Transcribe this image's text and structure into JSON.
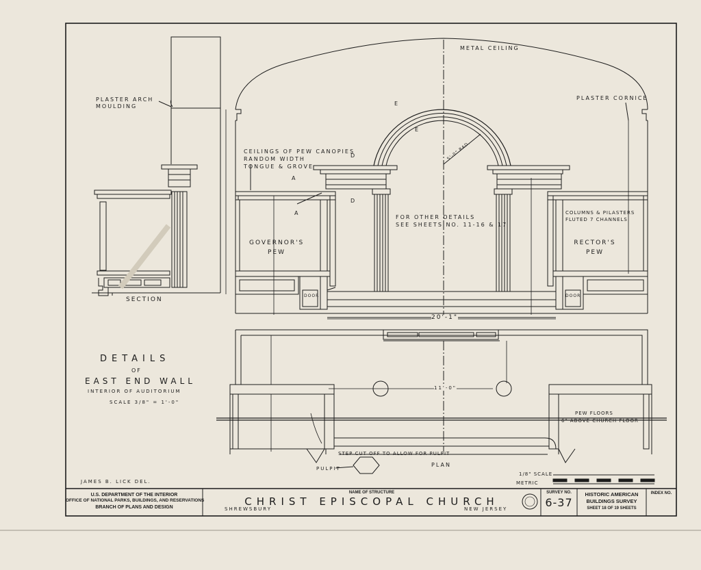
{
  "colors": {
    "paper": "#ece7dc",
    "ink": "#1c1c1c",
    "wood": "#ddd6c6"
  },
  "drawing": {
    "metal_ceiling": "METAL CEILING",
    "plaster_arch_moulding": "PLASTER ARCH MOULDING",
    "plaster_cornice": "PLASTER CORNICE",
    "ceilings_of_pew_canopies": "CEILINGS OF PEW CANOPIES",
    "random_width": "RANDOM WIDTH",
    "tongue_groove": "TONGUE & GROVE",
    "for_other_details": "FOR OTHER DETAILS",
    "see_sheets": "SEE SHEETS NO. 11-16 & 17",
    "governors_pew": "GOVERNOR'S PEW",
    "rectors_pew": "RECTOR'S PEW",
    "columns_pilasters": "COLUMNS & PILASTERS",
    "fluted_channels": "FLUTED 7 CHANNELS",
    "section": "SECTION",
    "plan": "PLAN",
    "pulpit": "PULPIT",
    "step_cut_off": "STEP CUT OFF TO ALLOW FOR PULPIT",
    "pew_floors": "PEW FLOORS",
    "above_church_floor": "6\" ABOVE CHURCH FLOOR",
    "door": "DOOR",
    "dim_width": "20'-1\"",
    "dim_plan": "11'-0\"",
    "radius": "5'-0\" RAD.",
    "mark_a": "A",
    "mark_d": "D",
    "mark_e": "E"
  },
  "details_block": {
    "title": "DETAILS",
    "of": "OF",
    "subject": "EAST END WALL",
    "subtitle": "INTERIOR OF AUDITORIUM",
    "scale": "SCALE 3/8\" = 1'-0\""
  },
  "scale_bar": {
    "scale_label": "1/8\" SCALE",
    "metric_label": "METRIC"
  },
  "delineator": "JAMES B. LICK DEL.",
  "title_block": {
    "department": "U.S. DEPARTMENT OF THE INTERIOR",
    "office": "OFFICE OF NATIONAL PARKS, BUILDINGS, AND RESERVATIONS",
    "branch": "BRANCH OF PLANS AND DESIGN",
    "name_of_structure_label": "NAME OF STRUCTURE",
    "structure_name": "CHRIST EPISCOPAL CHURCH",
    "town": "SHREWSBURY",
    "state": "NEW JERSEY",
    "survey_no_label": "SURVEY NO.",
    "survey_no": "6-37",
    "habs_line1": "HISTORIC AMERICAN",
    "habs_line2": "BUILDINGS SURVEY",
    "sheet_text": "SHEET 18 OF 19 SHEETS",
    "index_no_label": "INDEX NO."
  }
}
